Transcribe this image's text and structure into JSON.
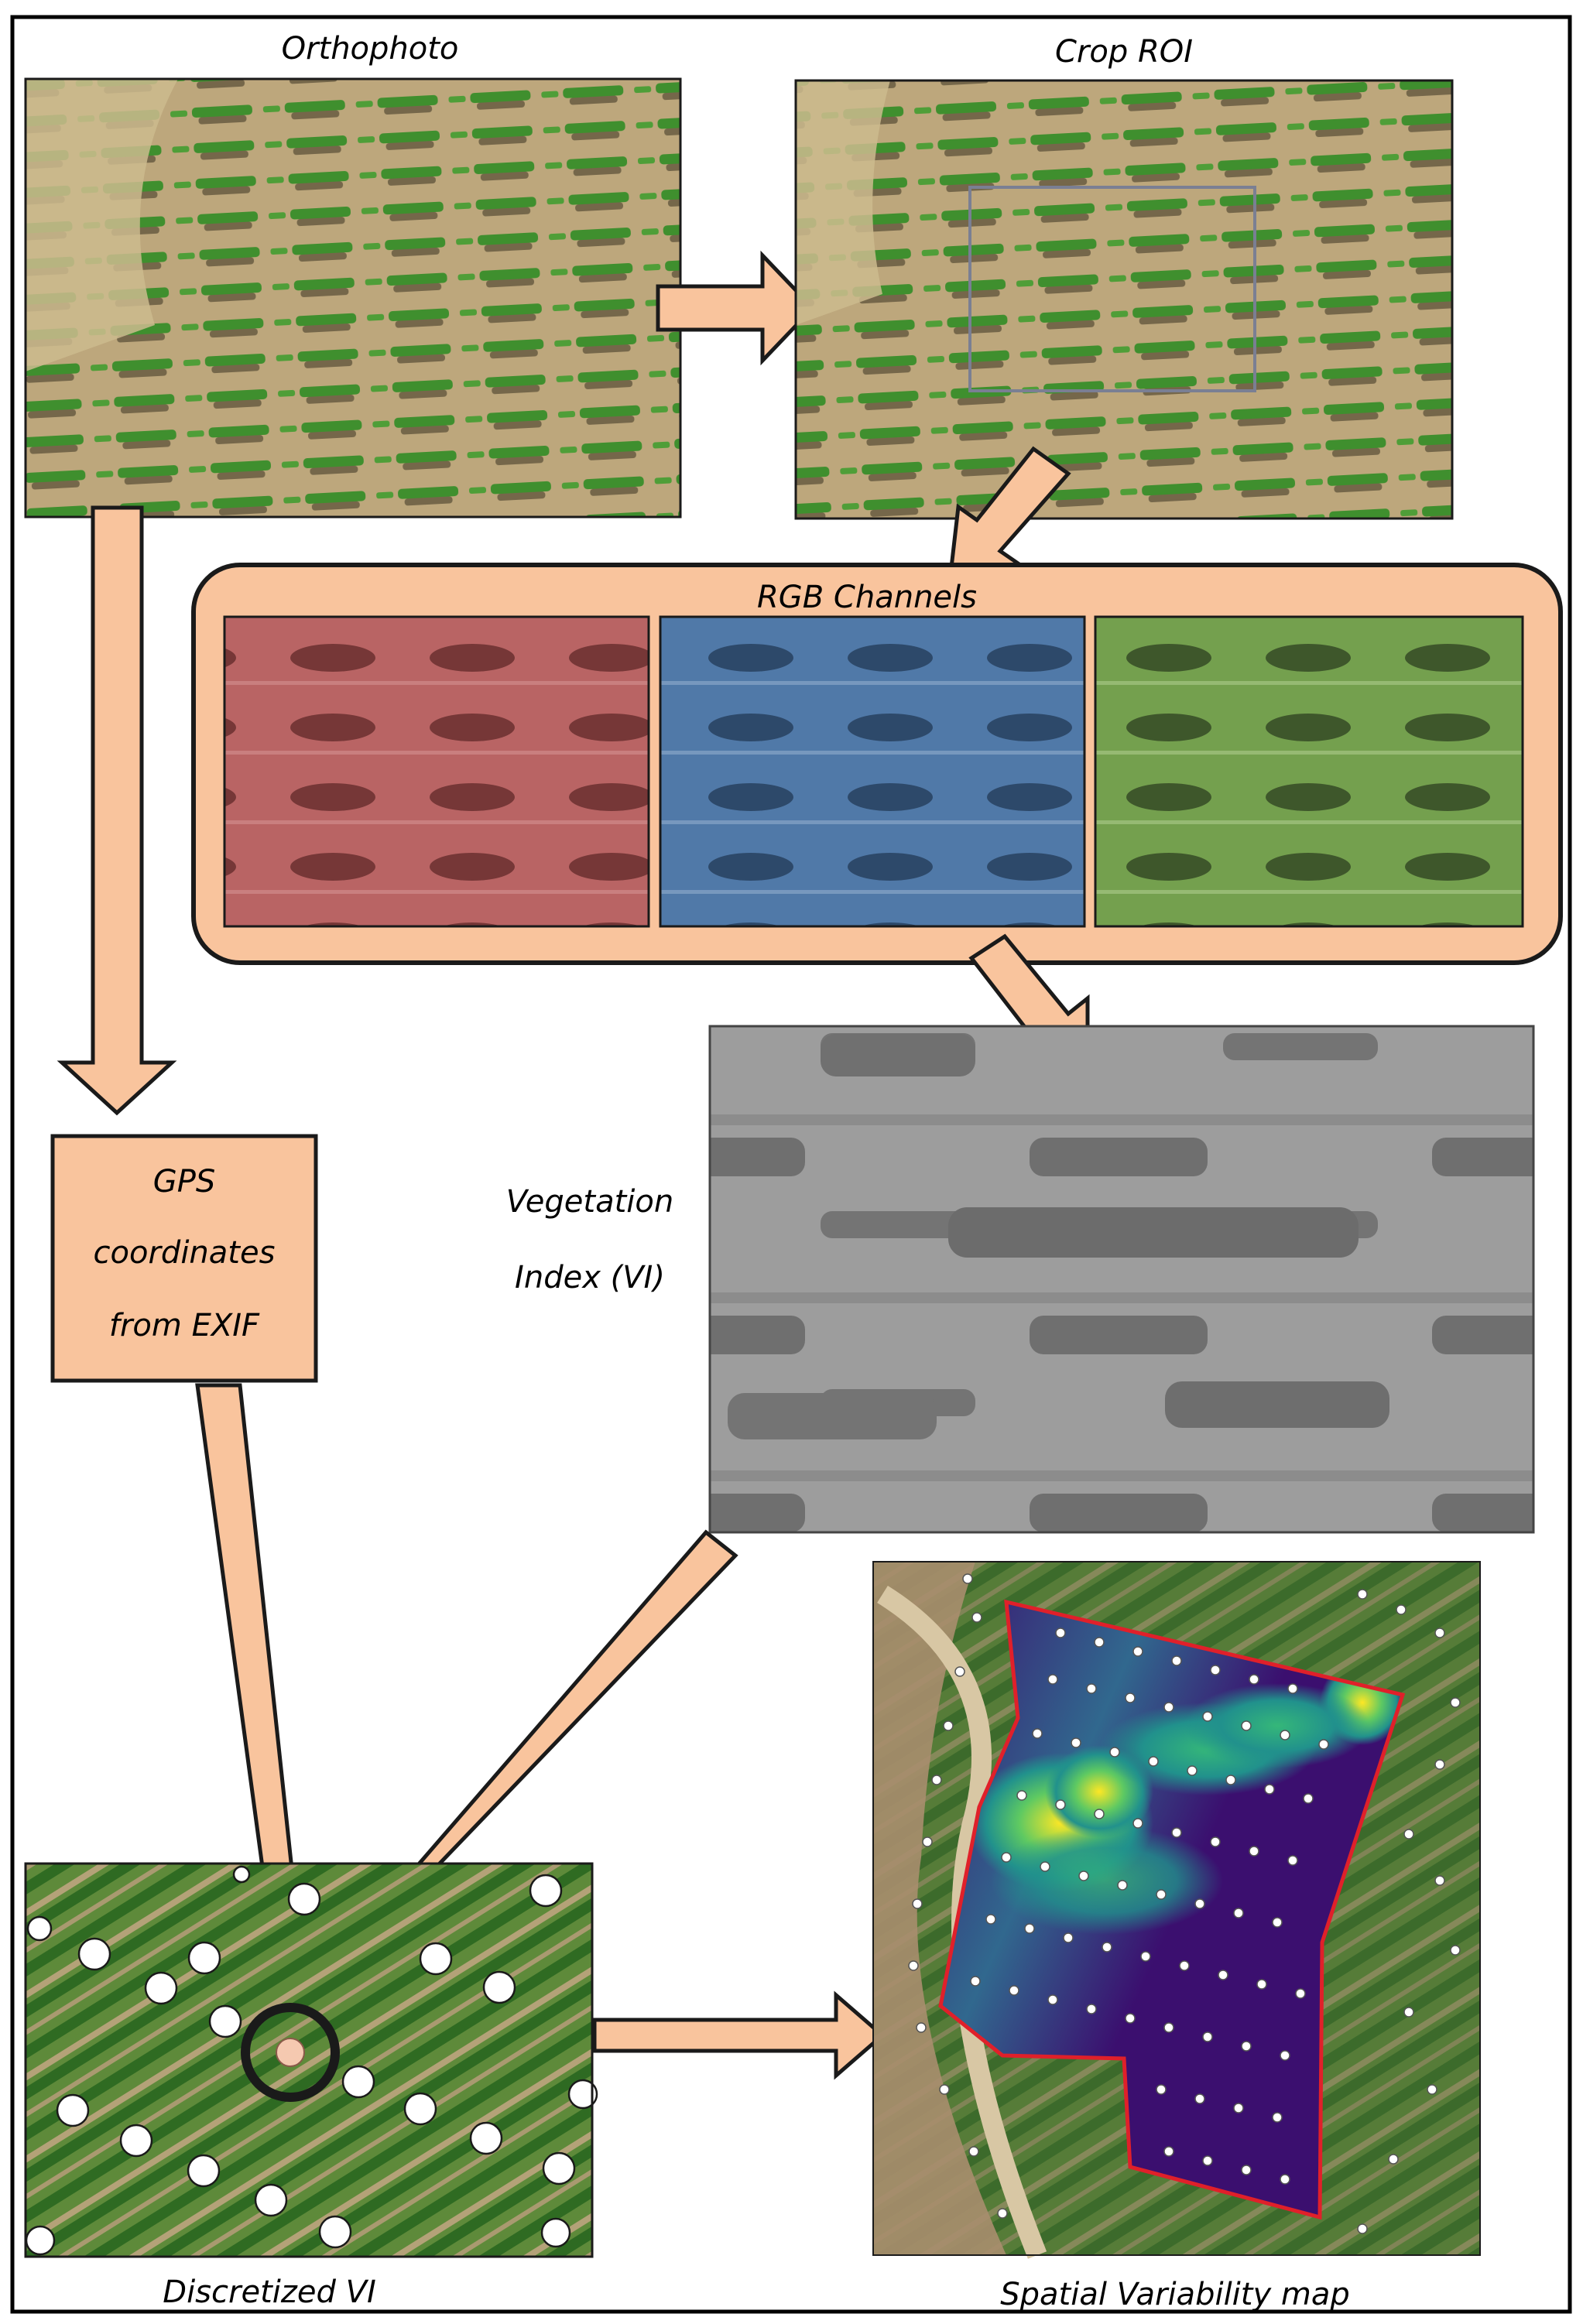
{
  "labels": {
    "orthophoto": "Orthophoto",
    "crop_roi": "Crop ROI",
    "rgb_channels": "RGB Channels",
    "vi_line1": "Vegetation",
    "vi_line2": "Index (VI)",
    "gps_line1": "GPS",
    "gps_line2": "coordinates",
    "gps_line3": "from EXIF",
    "discretized": "Discretized VI",
    "spatial": "Spatial Variability map"
  },
  "colors": {
    "arrow_fill": "#f9c49d",
    "arrow_stroke": "#1a1a1a",
    "panel_fill": "#f9c49d",
    "soil": "#b9a57a",
    "vine": "#3f8f2e",
    "red_channel": "#b85a5a",
    "blue_channel": "#4f78a6",
    "green_channel": "#6f9a4a",
    "vi_gray": "#9a9a9a",
    "map_low": "#3b0f6f",
    "map_mid": "#21918c",
    "map_high": "#fde725",
    "boundary": "#e0202a"
  },
  "icons": [
    "arrow-right-icon",
    "arrow-down-icon",
    "arrow-diagonal-icon",
    "target-circle-icon"
  ]
}
